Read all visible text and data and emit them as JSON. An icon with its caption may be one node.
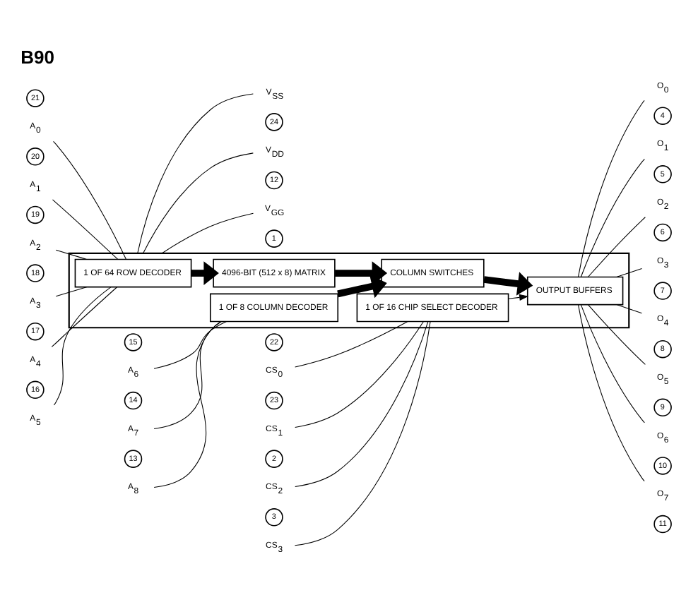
{
  "diagram": {
    "title": "B90",
    "nodes": [
      {
        "text": [],
        "shape": "box"
      },
      {
        "text": [
          "1 OF 64 ROW DECODER"
        ],
        "in": 0
      },
      {
        "text": [
          "4096-BIT (512 x 8) MATRIX"
        ],
        "in": 0
      },
      {
        "text": [
          "1 OF 8 COLUMN DECODER"
        ],
        "in": 0
      },
      {
        "text": [
          "COLUMN SWITCHES"
        ],
        "in": 0
      },
      {
        "text": [
          "1 OF 16 CHIP SELECT DECODER"
        ],
        "in": 0
      },
      {
        "text": [
          "OUTPUT BUFFERS"
        ],
        "in": 0
      },
      {
        "text": [
          "A$_{0}$"
        ]
      },
      {
        "text": [
          "A$_{1}$"
        ]
      },
      {
        "text": [
          "A$_{2}$"
        ]
      },
      {
        "text": [
          "A$_{3}$"
        ]
      },
      {
        "text": [
          "A$_{4}$"
        ]
      },
      {
        "text": [
          "A$_{5}$"
        ]
      },
      {
        "text": [
          "A$_{6}$"
        ]
      },
      {
        "text": [
          "A$_{7}$"
        ]
      },
      {
        "text": [
          "A$_{8}$"
        ]
      },
      {
        "text": [
          "CS$_{0}$"
        ]
      },
      {
        "text": [
          "CS$_{1}$"
        ]
      },
      {
        "text": [
          "CS$_{2}$"
        ]
      },
      {
        "text": [
          "CS$_{3}$"
        ]
      },
      {
        "text": [
          "V$_{SS}$"
        ]
      },
      {
        "text": [
          "V$_{DD}$"
        ]
      },
      {
        "text": [
          "V$_{GG}$"
        ]
      },
      {
        "text": [
          "O$_{0}$"
        ]
      },
      {
        "text": [
          "O$_{1}$"
        ]
      },
      {
        "text": [
          "O$_{2}$"
        ]
      },
      {
        "text": [
          "O$_{3}$"
        ]
      },
      {
        "text": [
          "O$_{4}$"
        ]
      },
      {
        "text": [
          "O$_{5}$"
        ]
      },
      {
        "text": [
          "O$_{6}$"
        ]
      },
      {
        "text": [
          "O$_{7}$"
        ]
      },
      {
        "text": [
          "21"
        ]
      },
      {
        "text": [
          "20"
        ]
      },
      {
        "text": [
          "19"
        ]
      },
      {
        "text": [
          "18"
        ]
      },
      {
        "text": [
          "17"
        ]
      },
      {
        "text": [
          "16"
        ]
      },
      {
        "text": [
          "15"
        ]
      },
      {
        "text": [
          "14"
        ]
      },
      {
        "text": [
          "13"
        ]
      },
      {
        "text": [
          "22"
        ]
      },
      {
        "text": [
          "23"
        ]
      },
      {
        "text": [
          "2"
        ]
      },
      {
        "text": [
          "3"
        ]
      },
      {
        "text": [
          "24"
        ]
      },
      {
        "text": [
          "12"
        ]
      },
      {
        "text": [
          "1"
        ]
      },
      {
        "text": [
          "4"
        ]
      },
      {
        "text": [
          "5"
        ]
      },
      {
        "text": [
          "6"
        ]
      },
      {
        "text": [
          "7"
        ]
      },
      {
        "text": [
          "8"
        ]
      },
      {
        "text": [
          "9"
        ]
      },
      {
        "text": [
          "10"
        ]
      },
      {
        "text": [
          "11"
        ]
      }
    ],
    "edges": [
      {
        "from": 7,
        "to": 1,
        "arrow": "none"
      },
      {
        "from": 8,
        "to": 1,
        "arrow": "none"
      },
      {
        "from": 9,
        "to": 1,
        "arrow": "none"
      },
      {
        "from": 10,
        "to": 1,
        "arrow": "none"
      },
      {
        "from": 11,
        "to": 1,
        "arrow": "none"
      },
      {
        "from": 12,
        "to": 1,
        "arrow": "none"
      },
      {
        "from": 13,
        "to": 3,
        "arrow": "none"
      },
      {
        "from": 14,
        "to": 3,
        "arrow": "none"
      },
      {
        "from": 15,
        "to": 3,
        "arrow": "none"
      },
      {
        "from": 16,
        "to": 5,
        "arrow": "none"
      },
      {
        "from": 17,
        "to": 5,
        "arrow": "none"
      },
      {
        "from": 18,
        "to": 5,
        "arrow": "none"
      },
      {
        "from": 19,
        "to": 5,
        "arrow": "none"
      },
      {
        "from": 1,
        "to": 2,
        "arrow": "to",
        "style": "thick"
      },
      {
        "from": 3,
        "to": 4,
        "arrow": "to",
        "style": "thick"
      },
      {
        "from": 2,
        "to": 4,
        "arrow": "to",
        "style": "thick"
      },
      {
        "from": 4,
        "to": 6,
        "arrow": "to",
        "style": "thick"
      },
      {
        "from": 5,
        "to": 6,
        "arrow": "to"
      },
      {
        "from": 0,
        "to": 20,
        "arrow": "none"
      },
      {
        "from": 0,
        "to": 21,
        "arrow": "none"
      },
      {
        "from": 0,
        "to": 22,
        "arrow": "none"
      },
      {
        "from": 6,
        "to": 23,
        "arrow": "none"
      },
      {
        "from": 6,
        "to": 24,
        "arrow": "none"
      },
      {
        "from": 6,
        "to": 25,
        "arrow": "none"
      },
      {
        "from": 6,
        "to": 26,
        "arrow": "none"
      },
      {
        "from": 6,
        "to": 27,
        "arrow": "none"
      },
      {
        "from": 6,
        "to": 28,
        "arrow": "none"
      },
      {
        "from": 6,
        "to": 29,
        "arrow": "none"
      },
      {
        "from": 6,
        "to": 30,
        "arrow": "none"
      }
    ]
  }
}
